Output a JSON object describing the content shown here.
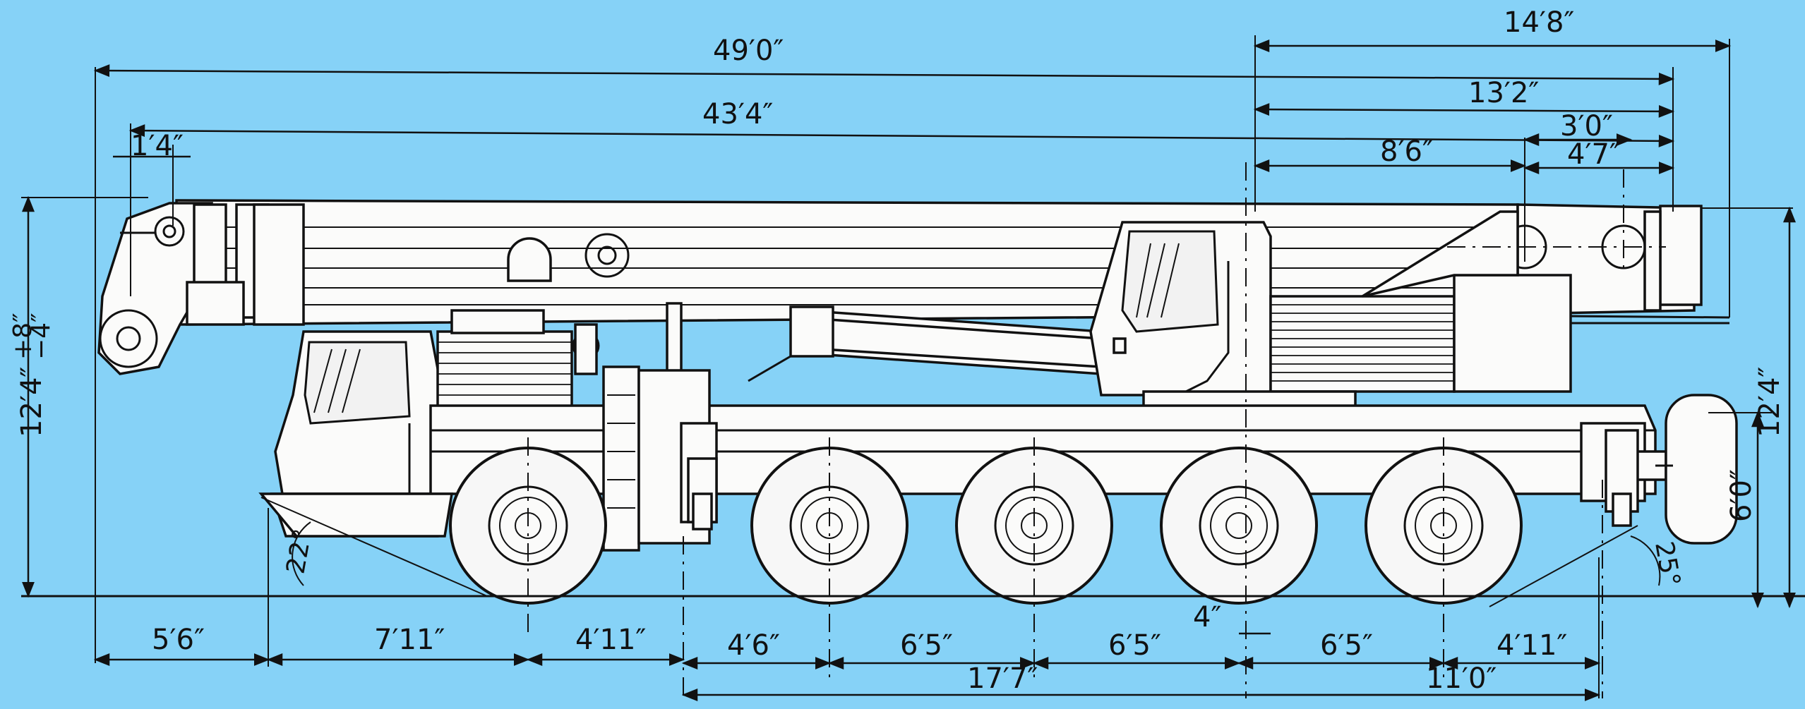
{
  "diagram": {
    "dimensions_top": [
      {
        "id": "overall_length",
        "label": "49′0″"
      },
      {
        "id": "boom_length",
        "label": "43′4″"
      },
      {
        "id": "boom_nose_overhang",
        "label": "1′4″"
      },
      {
        "id": "tail_swing",
        "label": "14′8″"
      },
      {
        "id": "rear_overhang",
        "label": "13′2″"
      },
      {
        "id": "counterweight_width",
        "label": "3′0″"
      },
      {
        "id": "slew_to_counterweight",
        "label": "8′6″"
      },
      {
        "id": "counterweight_depth",
        "label": "4′7″"
      }
    ],
    "dimensions_side": [
      {
        "id": "overall_height_left",
        "label": "12′4″",
        "tolerance_plus": "+8″",
        "tolerance_minus": "−4″"
      },
      {
        "id": "overall_height_right",
        "label": "12′4″"
      },
      {
        "id": "outrigger_height",
        "label": "6′0″"
      }
    ],
    "dimensions_bottom": [
      {
        "id": "front_overhang",
        "label": "5′6″"
      },
      {
        "id": "axle_front_to_first",
        "label": "7′11″"
      },
      {
        "id": "axle_to_outrigger",
        "label": "4′11″"
      },
      {
        "id": "outrigger_to_axle2",
        "label": "4′6″"
      },
      {
        "id": "axle2_to_axle3",
        "label": "6′5″"
      },
      {
        "id": "axle3_to_axle4",
        "label": "6′5″"
      },
      {
        "id": "slew_offset",
        "label": "4″"
      },
      {
        "id": "axle4_to_axle5",
        "label": "6′5″"
      },
      {
        "id": "axle5_to_outrigger",
        "label": "4′11″"
      },
      {
        "id": "outrigger_span",
        "label": "17′7″"
      },
      {
        "id": "slew_to_rear_outrigger",
        "label": "11′0″"
      }
    ],
    "angles": [
      {
        "id": "approach_angle",
        "label": "22°"
      },
      {
        "id": "departure_angle",
        "label": "25°"
      }
    ]
  }
}
